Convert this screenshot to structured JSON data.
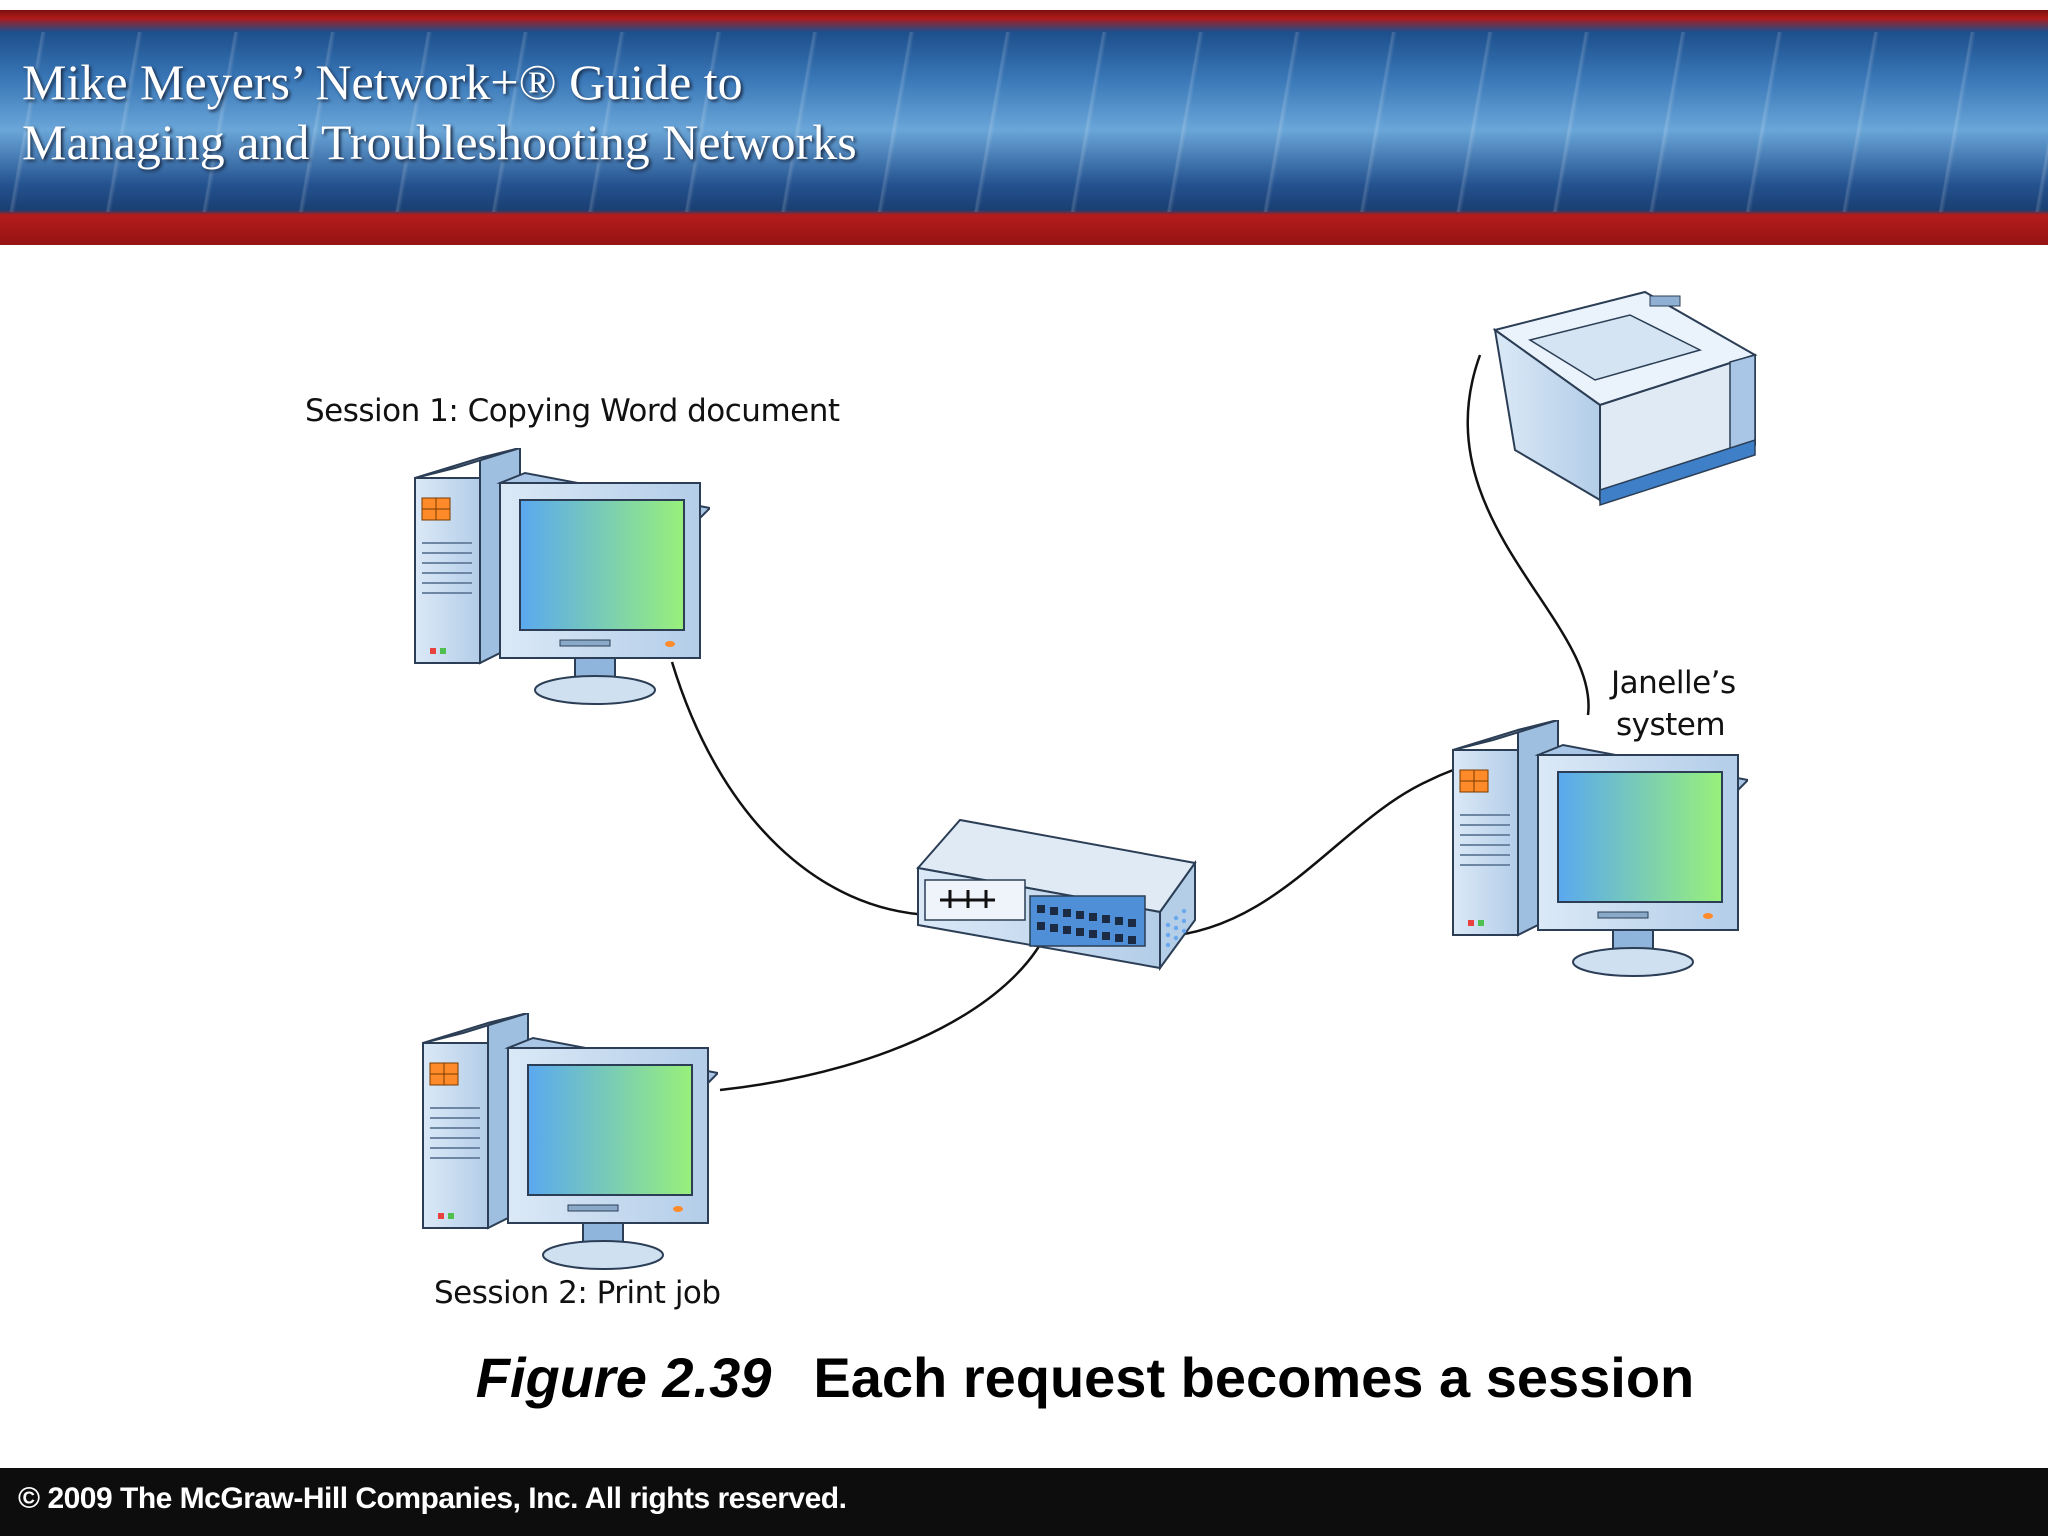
{
  "header": {
    "title_line1": "Mike Meyers’ Network+® Guide to",
    "title_line2": "Managing and Troubleshooting Networks"
  },
  "diagram": {
    "labels": {
      "session1": "Session 1: Copying Word document",
      "session2": "Session 2: Print job",
      "janelle_line1": "Janelle’s",
      "janelle_line2": "system"
    },
    "nodes": [
      "computer-icon",
      "computer-icon",
      "switch-icon",
      "computer-icon",
      "printer-icon"
    ]
  },
  "caption": {
    "figure_number": "Figure 2.39",
    "text": "Each request becomes a session"
  },
  "footer": {
    "copyright": "© 2009 The McGraw-Hill Companies, Inc. All rights reserved."
  },
  "colors": {
    "header_blue": "#2a5d9f",
    "header_red": "#b01818",
    "device_body": "#c9ddf0",
    "screen_start": "#5aa8f0",
    "screen_end": "#98f07a",
    "footer_bg": "#0d0d0d"
  }
}
